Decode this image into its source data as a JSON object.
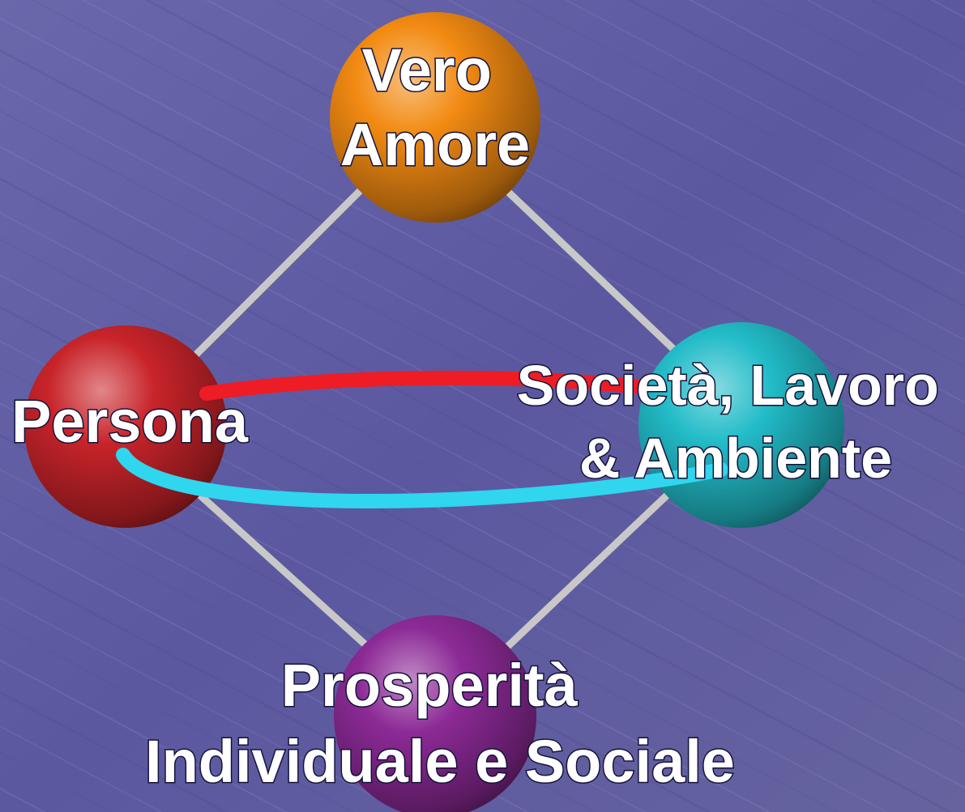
{
  "nodes": [
    {
      "id": "vero-amore",
      "lines": [
        "Vero",
        "Amore"
      ],
      "color": "#f28a12"
    },
    {
      "id": "persona",
      "lines": [
        "Persona"
      ],
      "color": "#c8242a"
    },
    {
      "id": "societa",
      "lines": [
        "Società, Lavoro",
        "& Ambiente"
      ],
      "color": "#22bcc8"
    },
    {
      "id": "prosperita",
      "lines": [
        "Prosperità",
        "Individuale e Sociale"
      ],
      "color": "#8c2a96"
    }
  ],
  "connectors": [
    {
      "from": "vero-amore",
      "to": "persona",
      "color": "#c8c8c8"
    },
    {
      "from": "vero-amore",
      "to": "societa",
      "color": "#c8c8c8"
    },
    {
      "from": "persona",
      "to": "prosperita",
      "color": "#c8c8c8"
    },
    {
      "from": "societa",
      "to": "prosperita",
      "color": "#c8c8c8"
    }
  ],
  "loop": {
    "upper_color": "#ee1c24",
    "lower_color": "#2fd6ee"
  },
  "background_color": "#5d5a9e"
}
